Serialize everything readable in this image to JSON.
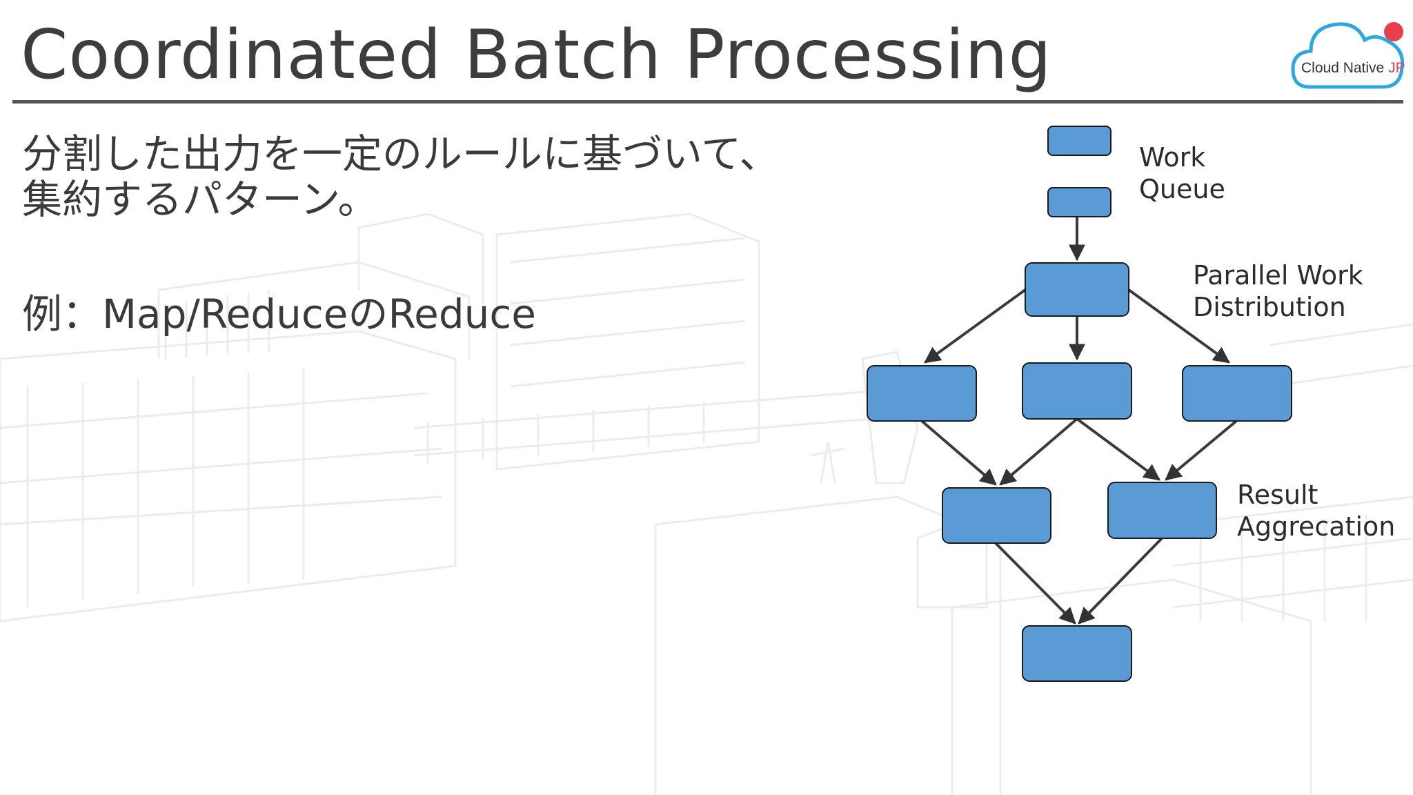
{
  "slide": {
    "title": "Coordinated Batch Processing"
  },
  "logo": {
    "text_main": "Cloud Native",
    "text_accent": "JP",
    "accent_color": "#e8404a",
    "outline_color": "#2ea7e0"
  },
  "body": {
    "lines": [
      "分割した出力を一定のルールに基づいて、",
      "集約するパターン。"
    ],
    "example": "例：Map/ReduceのReduce"
  },
  "diagram": {
    "node_color": "#5b9bd5",
    "node_border_color": "#1a1a1a",
    "labels": {
      "work_queue": [
        "Work",
        "Queue"
      ],
      "parallel": [
        "Parallel Work",
        "Distribution"
      ],
      "result": [
        "Result",
        "Aggrecation"
      ]
    }
  }
}
